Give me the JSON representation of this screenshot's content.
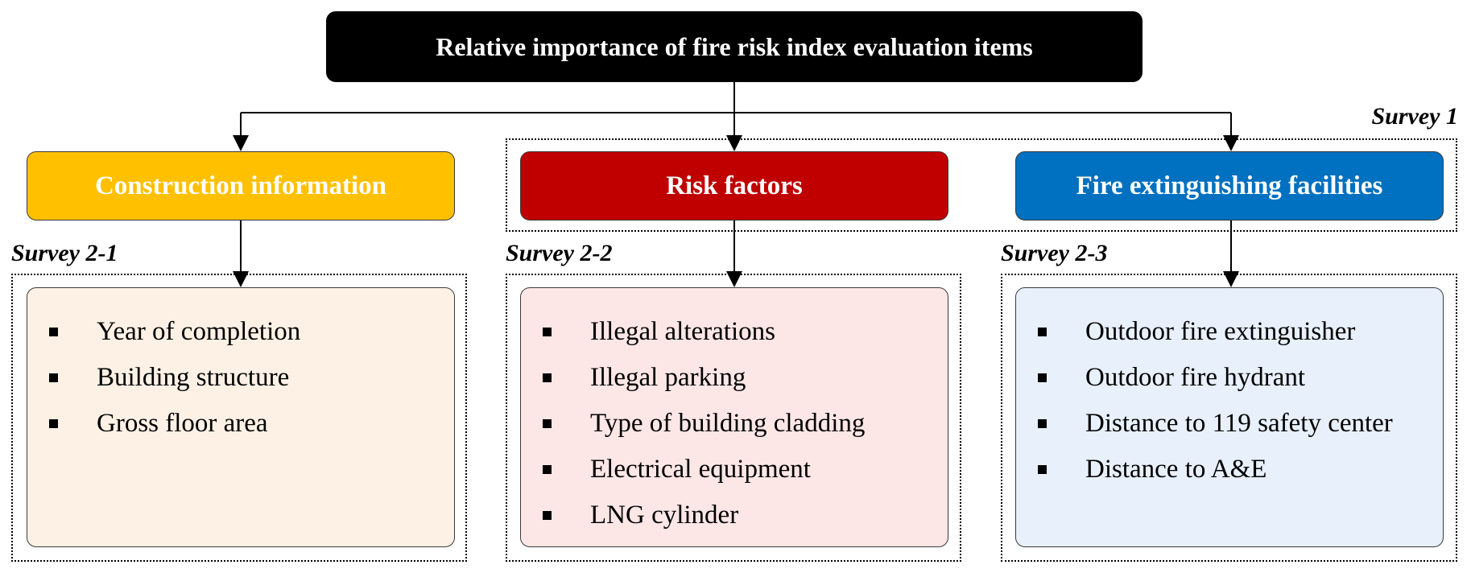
{
  "root": {
    "title": "Relative importance of fire risk index evaluation items"
  },
  "survey1_label": "Survey 1",
  "categories": [
    {
      "title": "Construction information",
      "color": "#FFC000",
      "survey_label": "Survey 2-1",
      "panel_color": "#FDF1E5",
      "items": [
        "Year of completion",
        "Building structure",
        "Gross floor area"
      ]
    },
    {
      "title": "Risk factors",
      "color": "#C00000",
      "survey_label": "Survey 2-2",
      "panel_color": "#FDE6E6",
      "items": [
        "Illegal alterations",
        "Illegal parking",
        "Type of building cladding",
        "Electrical equipment",
        "LNG cylinder"
      ]
    },
    {
      "title": "Fire extinguishing facilities",
      "color": "#0070C0",
      "survey_label": "Survey 2-3",
      "panel_color": "#E7F0FB",
      "items": [
        "Outdoor fire extinguisher",
        "Outdoor fire hydrant",
        "Distance to 119 safety center",
        "Distance to A&E"
      ]
    }
  ]
}
